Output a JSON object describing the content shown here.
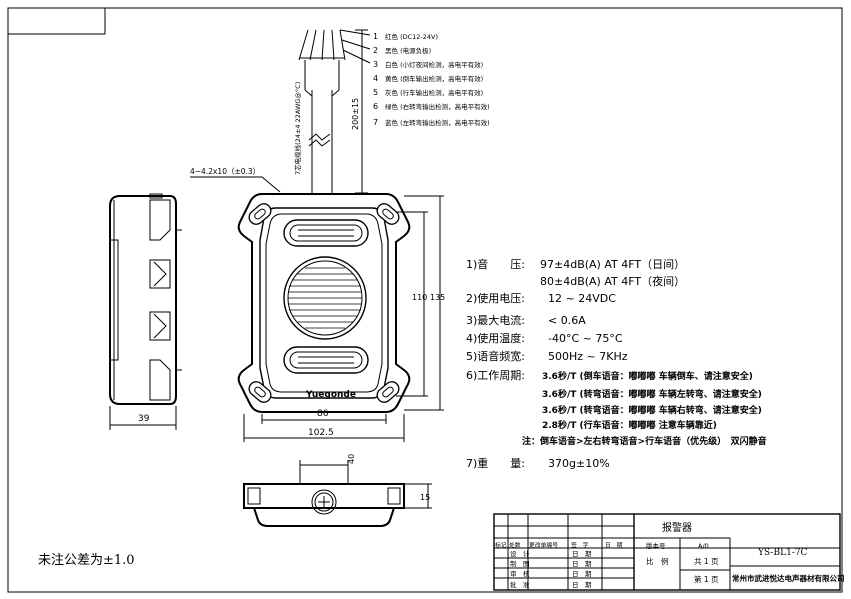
{
  "wires": [
    {
      "num": "1",
      "text": "红色 (DC12-24V)"
    },
    {
      "num": "2",
      "text": "黑色 (电源负极)"
    },
    {
      "num": "3",
      "text": "白色 (小灯夜间检测，高电平有效)"
    },
    {
      "num": "4",
      "text": "黄色 (倒车输出检测，高电平有效)"
    },
    {
      "num": "5",
      "text": "灰色 (行车输出检测，高电平有效)"
    },
    {
      "num": "6",
      "text": "绿色 (右转弯输出检测，高电平有效)"
    },
    {
      "num": "7",
      "text": "蓝色 (左转弯输出检测，高电平有效)"
    }
  ],
  "dims": {
    "cable_length": "200±15",
    "cable_spec": "7芯电缆线(24±4 22AWG@°C)",
    "mount_hole": "4−4.2x10（±0.3）",
    "side_depth": "39",
    "inner_width": "86",
    "outer_width": "102.5",
    "inner_height": "110",
    "outer_height": "135",
    "bottom_width": "40",
    "bottom_height": "15"
  },
  "brand": "Yuegonde",
  "specs": [
    {
      "id": "spec-sound",
      "label": "1)音　　压:",
      "value": "97±4dB(A) AT 4FT（日间）"
    },
    {
      "id": "spec-sound-night",
      "label": "",
      "value": "80±4dB(A) AT 4FT（夜间）"
    },
    {
      "id": "spec-voltage",
      "label": "2)使用电压:",
      "value": "12 ~ 24VDC"
    },
    {
      "id": "spec-current",
      "label": "3)最大电流:",
      "value": "< 0.6A"
    },
    {
      "id": "spec-temp",
      "label": "4)使用温度:",
      "value": "-40°C ~ 75°C"
    },
    {
      "id": "spec-freq",
      "label": "5)语音频宽:",
      "value": "500Hz ~ 7KHz"
    },
    {
      "id": "spec-cycle",
      "label": "6)工作周期:",
      "value": "3.6秒/T (倒车语音：嘟嘟嘟 车辆倒车、请注意安全)"
    }
  ],
  "cycles": [
    "3.6秒/T (转弯语音：嘟嘟嘟 车辆左转弯、请注意安全)",
    "3.6秒/T (转弯语音：嘟嘟嘟 车辆右转弯、请注意安全)",
    "2.8秒/T (行车语音：嘟嘟嘟 注意车辆靠近)"
  ],
  "note": "注：倒车语音>左右转弯语音>行车语音（优先级）　双闪静音",
  "weight": {
    "label": "7)重　　量:",
    "value": "370g±10%"
  },
  "tolerance": "未注公差为±1.0",
  "title_block": {
    "product": "报警器",
    "code": "YS-BL1-7C",
    "company": "常州市武进悦达电声器材有限公司",
    "version_label": "版本号",
    "version": "A/0",
    "scale_label": "比　例",
    "total_sheets": "共 1 页",
    "sheet_no": "第 1 页",
    "header_cells": [
      "标记",
      "处数",
      "更改单编号",
      "签　字",
      "日　期"
    ],
    "rows": [
      {
        "role": "设　计",
        "date": "日　期"
      },
      {
        "role": "制　图",
        "date": "日　期"
      },
      {
        "role": "审　核",
        "date": "日　期"
      },
      {
        "role": "批　准",
        "date": "日　期"
      }
    ]
  }
}
